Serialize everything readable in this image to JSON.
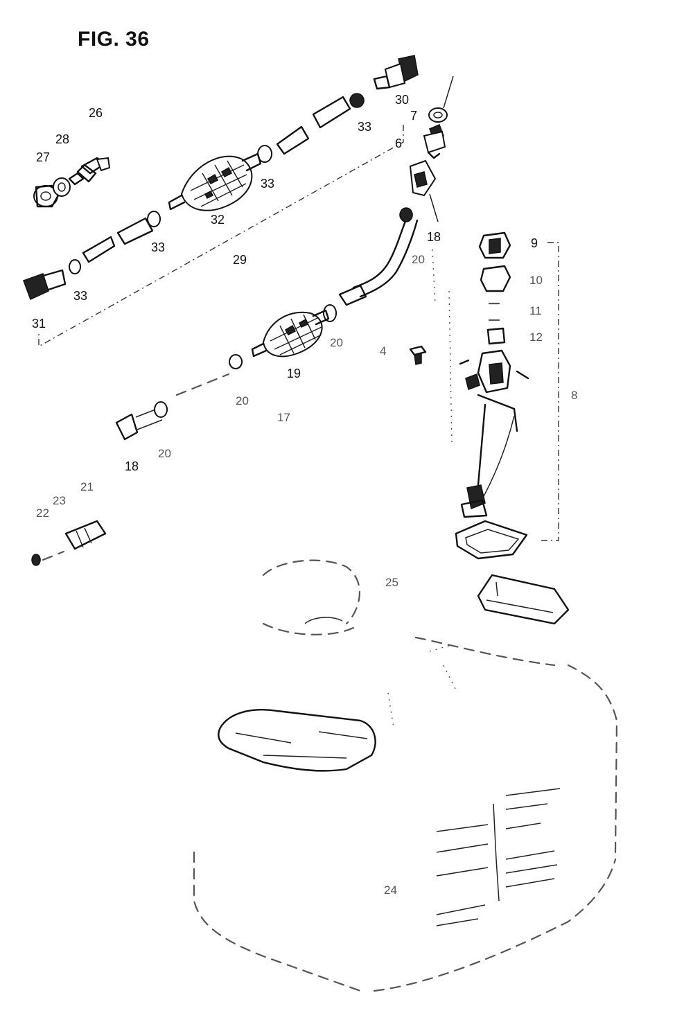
{
  "figure": {
    "title": "FIG. 36"
  },
  "labels": [
    {
      "text": "26"
    },
    {
      "text": "28"
    },
    {
      "text": "27"
    },
    {
      "text": "30"
    },
    {
      "text": "33"
    },
    {
      "text": "33"
    },
    {
      "text": "32"
    },
    {
      "text": "33"
    },
    {
      "text": "29"
    },
    {
      "text": "33"
    },
    {
      "text": "31"
    },
    {
      "text": "7"
    },
    {
      "text": "6"
    },
    {
      "text": "18"
    },
    {
      "text": "20"
    },
    {
      "text": "20"
    },
    {
      "text": "19"
    },
    {
      "text": "20"
    },
    {
      "text": "17"
    },
    {
      "text": "20"
    },
    {
      "text": "18"
    },
    {
      "text": "4"
    },
    {
      "text": "9"
    },
    {
      "text": "10"
    },
    {
      "text": "11"
    },
    {
      "text": "12"
    },
    {
      "text": "8"
    },
    {
      "text": "21"
    },
    {
      "text": "22"
    },
    {
      "text": "23"
    },
    {
      "text": "25"
    },
    {
      "text": "24"
    }
  ]
}
